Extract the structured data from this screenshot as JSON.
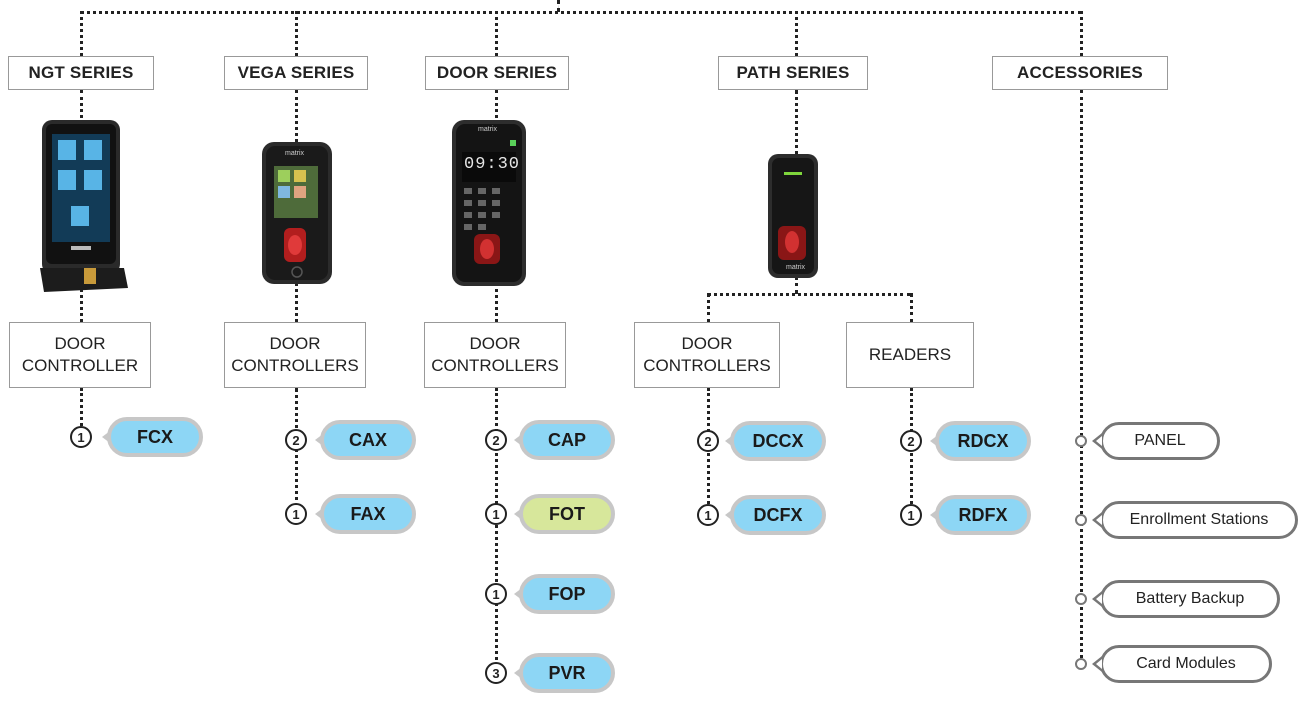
{
  "colors": {
    "pill_blue": "#8dd6f5",
    "pill_green": "#d7e79b",
    "pill_border": "#c7c7c7",
    "line": "#222222",
    "accessory_border": "#777777"
  },
  "series": {
    "ngt": {
      "label": "NGT SERIES",
      "controller": [
        "DOOR",
        "CONTROLLER"
      ],
      "models": [
        {
          "count": "1",
          "name": "FCX"
        }
      ]
    },
    "vega": {
      "label": "VEGA SERIES",
      "controller": [
        "DOOR",
        "CONTROLLERS"
      ],
      "models": [
        {
          "count": "2",
          "name": "CAX"
        },
        {
          "count": "1",
          "name": "FAX"
        }
      ]
    },
    "door": {
      "label": "DOOR SERIES",
      "controller": [
        "DOOR",
        "CONTROLLERS"
      ],
      "models": [
        {
          "count": "2",
          "name": "CAP"
        },
        {
          "count": "1",
          "name": "FOT"
        },
        {
          "count": "1",
          "name": "FOP"
        },
        {
          "count": "3",
          "name": "PVR"
        }
      ]
    },
    "path": {
      "label": "PATH SERIES",
      "controllers": {
        "label": [
          "DOOR",
          "CONTROLLERS"
        ],
        "models": [
          {
            "count": "2",
            "name": "DCCX"
          },
          {
            "count": "1",
            "name": "DCFX"
          }
        ]
      },
      "readers": {
        "label": "READERS",
        "models": [
          {
            "count": "2",
            "name": "RDCX"
          },
          {
            "count": "1",
            "name": "RDFX"
          }
        ]
      }
    },
    "accessories": {
      "label": "ACCESSORIES",
      "items": [
        "PANEL",
        "Enrollment Stations",
        "Battery Backup",
        "Card Modules"
      ]
    }
  },
  "devices": {
    "vega_brand": "matrix",
    "door_brand": "matrix",
    "door_clock": "09:30",
    "path_brand": "matrix"
  }
}
